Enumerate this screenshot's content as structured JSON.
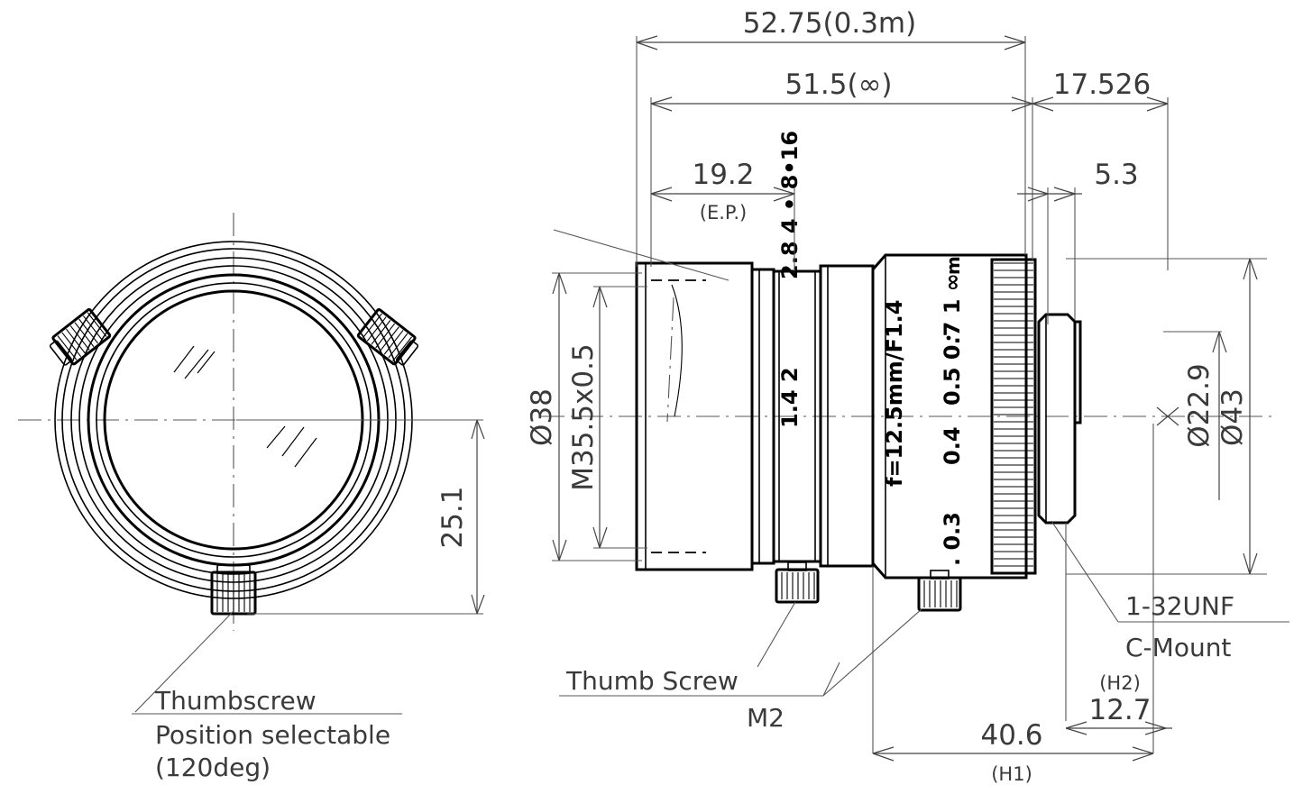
{
  "drawing": {
    "title": "Lens mechanical drawing — front view and side section",
    "line_color": "#000000",
    "dim_color": "#444444",
    "center_color": "#555555",
    "background": "#ffffff"
  },
  "front_view": {
    "name": "front-view",
    "callout": {
      "line1": "Thumbscrew",
      "line2": "Position selectable",
      "line3": "(120deg)"
    },
    "dimension_25_1": "25.1"
  },
  "side_view": {
    "name": "side-view",
    "dimensions": {
      "overall_close": "52.75(0.3m)",
      "overall_inf": "51.5(∞)",
      "flange_total": "17.526",
      "entrance_pupil": "19.2",
      "entrance_pupil_note": "(E.P.)",
      "rear_step": "5.3",
      "front_thread": "M35.5x0.5",
      "front_od": "Ø38",
      "mount_od": "Ø22.9",
      "body_od": "Ø43",
      "h1_value": "40.6",
      "h1_note": "(H1)",
      "h2_value": "12.7",
      "h2_note": "(H2)"
    },
    "engraving": {
      "spec": "f=12.5mm/F1.4",
      "aperture_scale": "2.8 4 • 8•16",
      "aperture_scale_low": "1.4  2",
      "focus_scale_low": ". 0.3",
      "focus_scale_mid": "0.4",
      "focus_scale_high": "0.5  0.7  1  ∞",
      "focus_unit": "m"
    },
    "callouts": {
      "thumb_screw": "Thumb Screw",
      "thumb_screw_size": "M2",
      "mount_thread": "1-32UNF",
      "mount_type": "C-Mount"
    }
  }
}
